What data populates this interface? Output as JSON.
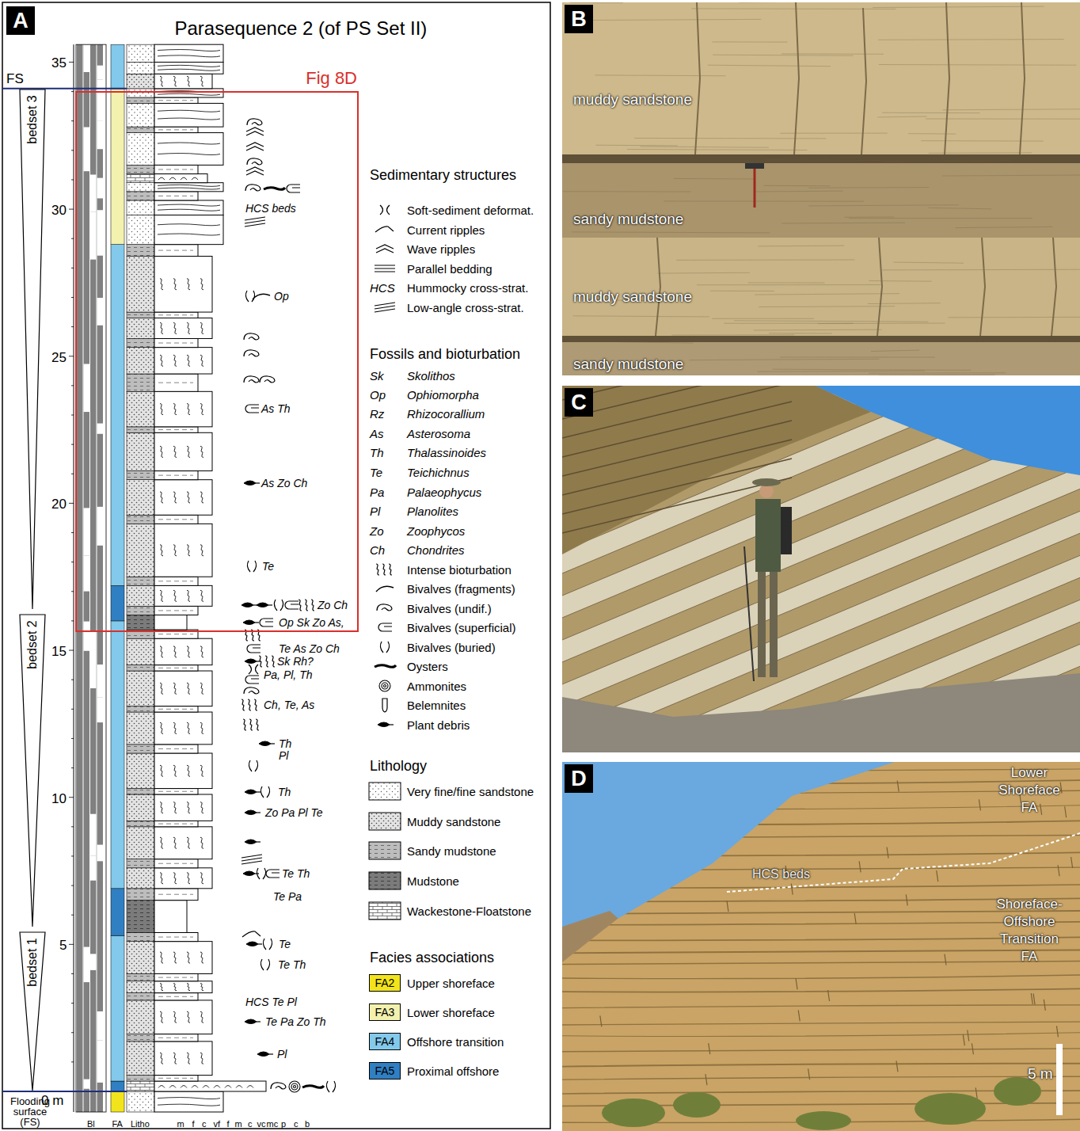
{
  "diagram": {
    "title": "Parasequence 2 (of PS Set II)",
    "nodes": [
      {
        "text": [
          "A"
        ]
      },
      {
        "text": [
          "bedset 3"
        ]
      },
      {
        "text": [
          "Fig 8D"
        ]
      },
      {
        "text": [
          "bedset 2"
        ]
      },
      {
        "text": [
          "bedset 1"
        ]
      },
      {
        "text": [
          "B"
        ]
      },
      {
        "text": [
          "C"
        ]
      },
      {
        "text": [
          "D"
        ]
      }
    ],
    "labels": [
      "35",
      "30",
      "25",
      "20",
      "15",
      "10",
      "5",
      "0 m",
      "FS",
      "Flooding surface (FS)",
      "Bl",
      "FA",
      "Litho",
      "m",
      "f",
      "c",
      "vf",
      "f",
      "m",
      "c",
      "vc",
      "mc",
      "p",
      "c",
      "b",
      "HCS beds",
      "Op",
      "As Th",
      "As Zo Ch",
      "Te",
      "Zo Ch",
      "Op Sk Zo As,",
      "Te As Zo Ch",
      "Sk Rh?",
      "Pa, Pl, Th",
      "Ch, Te, As",
      "Th",
      "Pl",
      "Th",
      "Zo Pa Pl Te",
      "Te Th",
      "Te Pa",
      "Te",
      "Te Th",
      "HCS Te Pl",
      "Te Pa Zo Th",
      "Pl",
      "Sedimentary structures",
      "HCS",
      "Fossils and bioturbation",
      "Sk",
      "Op",
      "Rz",
      "As",
      "Th",
      "Te",
      "Pa",
      "Pl",
      "Zo",
      "Ch",
      "Lithology",
      "Facies associations",
      "FA2",
      "FA3",
      "FA4",
      "FA5",
      "muddy sandstone",
      "sandy mudstone",
      "muddy sandstone",
      "sandy mudstone",
      "HCS beds",
      "Lower Shoreface FA",
      "Shoreface-Offshore Transition FA",
      "5 m"
    ],
    "legend": [
      {
        "text": "Soft-sediment deformat."
      },
      {
        "text": "Current ripples"
      },
      {
        "text": "Wave ripples"
      },
      {
        "text": "Parallel bedding"
      },
      {
        "text": "Hummocky cross-strat."
      },
      {
        "text": "Low-angle cross-strat."
      },
      {
        "text": "Skolithos"
      },
      {
        "text": "Ophiomorpha"
      },
      {
        "text": "Rhizocorallium"
      },
      {
        "text": "Asterosoma"
      },
      {
        "text": "Thalassinoides"
      },
      {
        "text": "Teichichnus"
      },
      {
        "text": "Palaeophycus"
      },
      {
        "text": "Planolites"
      },
      {
        "text": "Zoophycos"
      },
      {
        "text": "Chondrites"
      },
      {
        "text": "Intense bioturbation"
      },
      {
        "text": "Bivalves (fragments)"
      },
      {
        "text": "Bivalves (undif.)"
      },
      {
        "text": "Bivalves (superficial)"
      },
      {
        "text": "Bivalves (buried)"
      },
      {
        "text": "Oysters"
      },
      {
        "text": "Ammonites"
      },
      {
        "text": "Belemnites"
      },
      {
        "text": "Plant debris"
      },
      {
        "text": "Very fine/fine sandstone"
      },
      {
        "text": "Muddy sandstone"
      },
      {
        "text": "Sandy mudstone"
      },
      {
        "text": "Mudstone"
      },
      {
        "text": "Wackestone-Floatstone"
      },
      {
        "text": "Upper shoreface",
        "color": "#f2e41c"
      },
      {
        "text": "Lower shoreface",
        "color": "#f3f1ae"
      },
      {
        "text": "Offshore transition",
        "color": "#82c9eb"
      },
      {
        "text": "Proximal offshore",
        "color": "#2f7fc2"
      }
    ]
  }
}
